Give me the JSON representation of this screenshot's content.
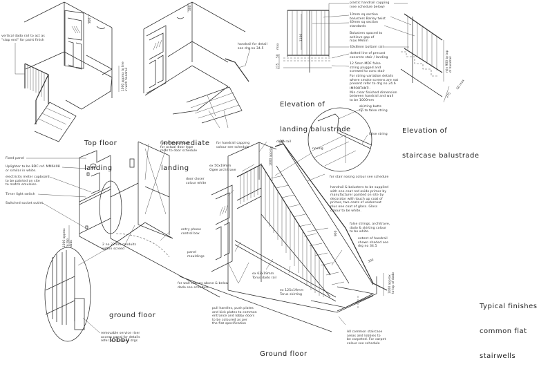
{
  "sheet": {
    "title": "Typical finishes to common flat stairwells",
    "title_lines": [
      "Typical finishes to",
      "common flat",
      "stairwells"
    ]
  },
  "views": {
    "top_floor_landing": {
      "title_lines": [
        "Top floor",
        "landing"
      ],
      "notes": [
        "vertical dado rail to act as\n\"stop end\" for paint finish"
      ],
      "dims": [
        "300",
        "1000 approx to line\nin with handrail"
      ]
    },
    "intermediate_landing": {
      "title_lines": [
        "Intermediate",
        "landing"
      ],
      "notes": [
        "handrail for detail\nsee drg no 34.5"
      ],
      "dims": [
        "300",
        "100"
      ]
    },
    "elevation_landing_balustrade": {
      "title_lines": [
        "Elevation of",
        "landing balustrade"
      ],
      "notes": [
        "plastic handrail capping\n(see schedule below)",
        "10mm sq section\nbalusters Barley twist",
        "40mm sq section\nstandards",
        "Balusters spaced to\nachieve gap of\nmax 99mm",
        "40x8mm bottom rail",
        "dotted line of precast\nconcrete stair / landing",
        "12.5mm MDF false\nstring plugged and\nscrewed to conc stair",
        "For string variation details\nwhere smoke screens are not\npresent refer to drg no 24.6",
        "IMPORTANT:-\nMin clear finished dimension\nbetween handrail and wall\nto be 1000mm"
      ],
      "dims": [
        "1100",
        "275",
        "50",
        "max"
      ]
    },
    "elevation_staircase_balustrade": {
      "title_lines": [
        "Elevation of",
        "staircase balustrade"
      ],
      "dims": [
        "min 900 to top\nof handrail",
        "275",
        "50 max",
        "50"
      ]
    },
    "ground_floor_lobby": {
      "title_lines": [
        "ground floor",
        "lobby"
      ],
      "notes": [
        "Fixed panel",
        "Uplighter to be BDC ref. MM6408\nor similar in white.",
        "electricity meter cupboard\nto be painted on site\nto match emulsion.",
        "Timer light switch",
        "Switched socket outlet",
        "flat entrance door\nfor actual door type\nrefer to door schedule",
        "entry phone\ncontrol box",
        "2 no 22mm conduits\nwithin screed",
        "removable service riser\naccess panel for details\nrefer to 24 series drgs"
      ],
      "dims": [
        "1000 approx\nto top\ndado"
      ]
    },
    "ground_floor": {
      "title_lines": [
        "Ground floor"
      ],
      "notes": [
        "for handrail capping\ncolour see schedule",
        "ex 50x19mm\nOgee architrave",
        "door closer\ncolour white",
        "panel\nmouldings",
        "for wall colours above & below\ndado see schedule",
        "ex 63x19mm\nTorus dado rail",
        "ex 125x19mm\nTorus skirting",
        "pull handles, push plates\nand kick plates to common\nentrance and lobby doors\nto be coloured as per\nthe flat specification",
        "dado rail",
        "for stair nosing colour see schedule",
        "handrail & balusters to be supplied\nwith one coat red oxide primer by\nmanufacturer painted on site by\ndecorator with touch up coat of\nprimer, two coats of undercoat\nplus one coat of gloss. Gloss\ncolour to be white.",
        "false strings, architrave,\ndado & skirting colour\nto be white.",
        "extent of handrail\nshown shaded see\ndrg no 34.5",
        "All common staircase\nareas and lobbies to\nbe carpeted. For carpet\ncolour see schedule"
      ],
      "dims": [
        "1000 approx",
        "100",
        "900",
        "1000 approx\nto top of dado",
        "300"
      ]
    },
    "nosing_detail": {
      "notes": [
        "skirting butts\nup to false string",
        "false string",
        "nosing"
      ]
    }
  }
}
